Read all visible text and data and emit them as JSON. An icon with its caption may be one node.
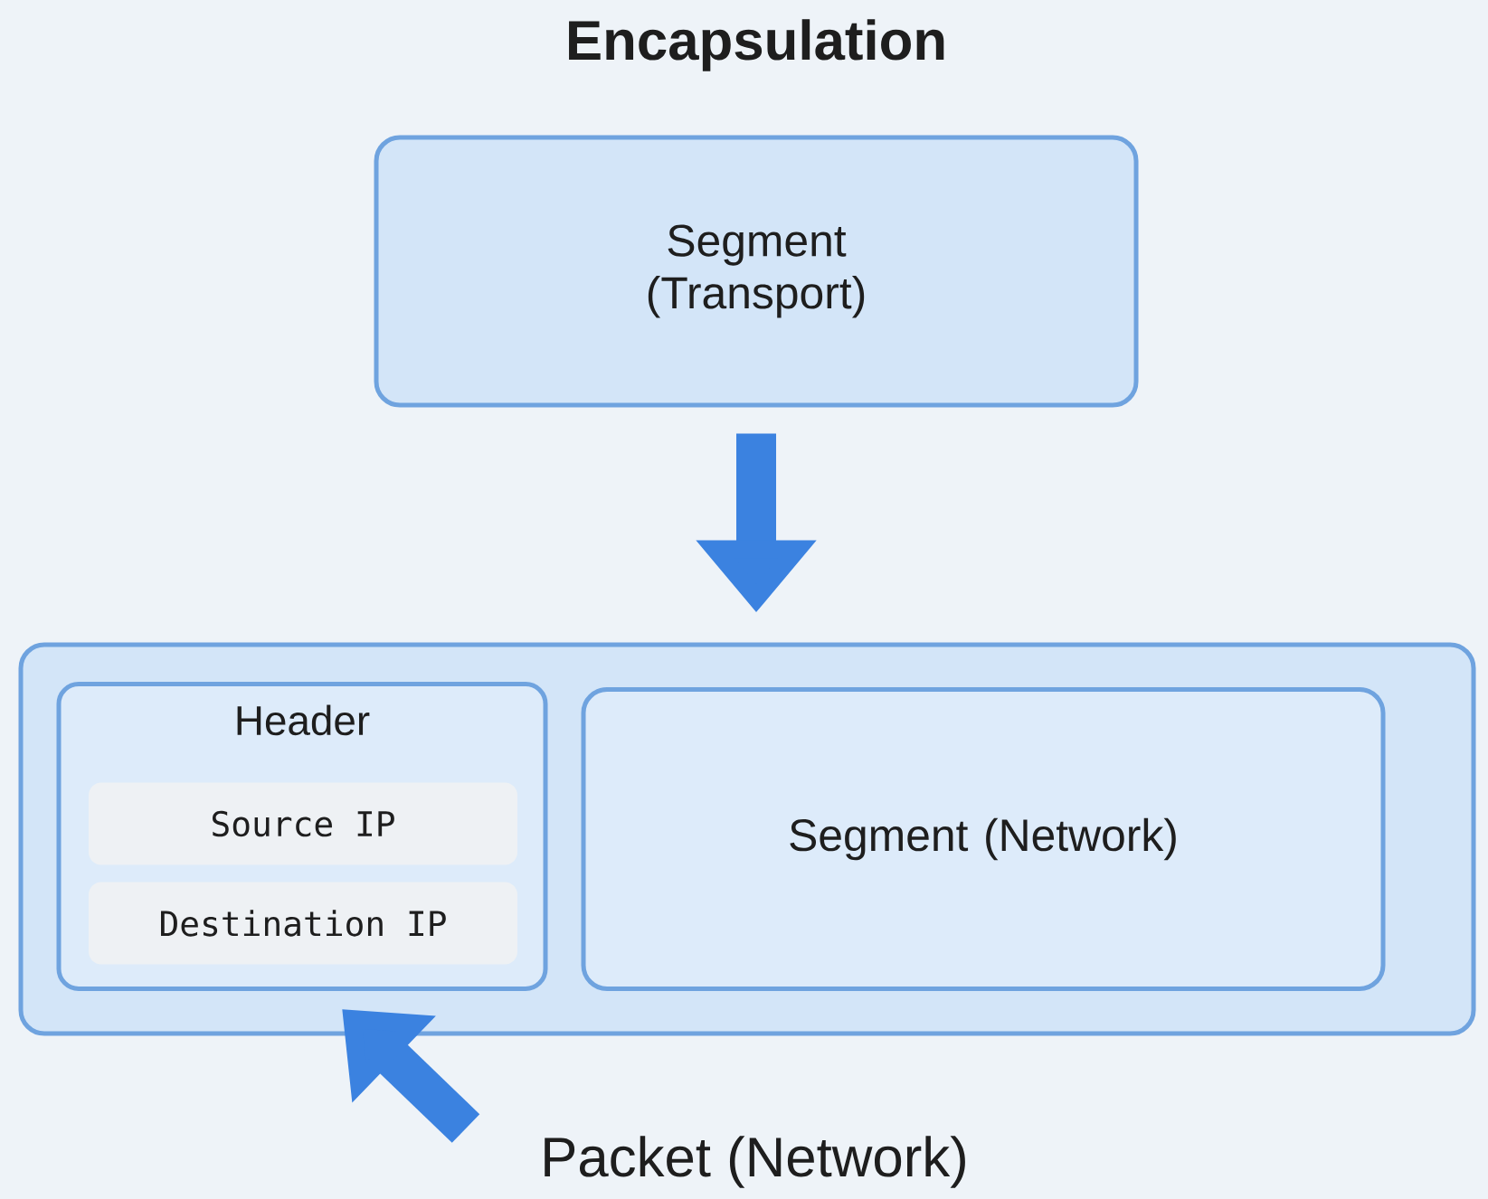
{
  "diagram": {
    "title": "Encapsulation",
    "nodes": [
      {
        "text": [
          "Segment (Transport)"
        ]
      },
      {
        "text": [],
        "shape": "box"
      },
      {
        "text": [
          "Header"
        ],
        "in": 1
      },
      {
        "text": [
          "Source IP"
        ],
        "in": 2
      },
      {
        "text": [
          "Destination IP"
        ],
        "in": 2
      },
      {
        "text": [
          "Segment (Network)"
        ],
        "in": 1
      },
      {
        "text": [
          "Packet (Network)"
        ]
      }
    ],
    "edges": [
      {
        "from": 0,
        "to": 1,
        "arrow": "to"
      },
      {
        "from": 6,
        "to": 1,
        "arrow": "to"
      }
    ]
  }
}
